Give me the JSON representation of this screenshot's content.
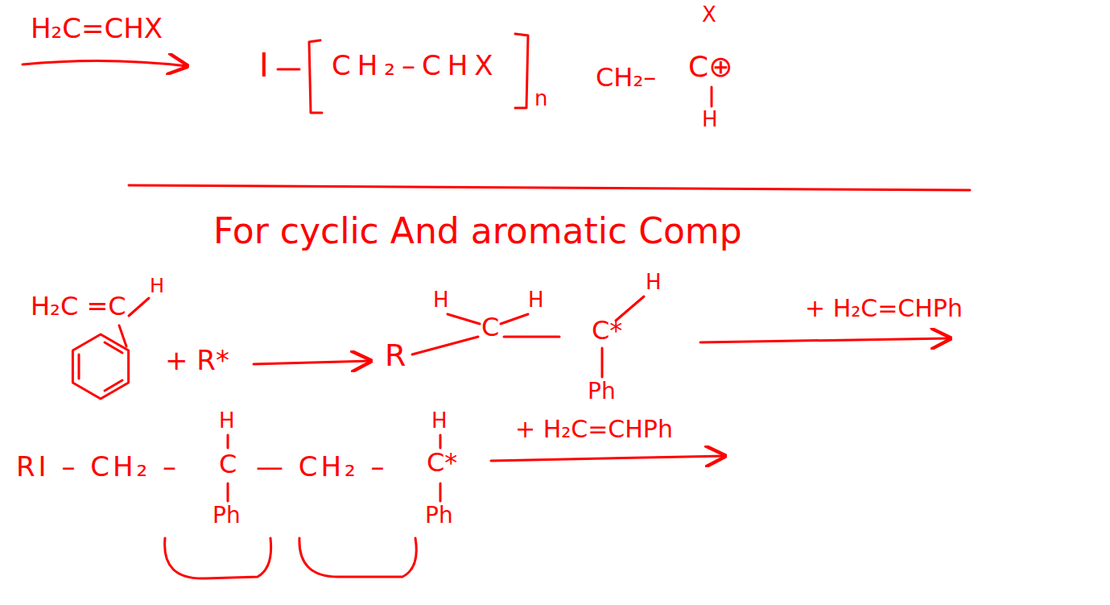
{
  "diagram": {
    "labels": [
      "H₂C=CHX",
      "I",
      "CH₂–CHX",
      "n",
      "CH₂–",
      "C⊕",
      "X",
      "H",
      "For cyclic And aromatic Comp",
      "H₂C =C",
      "H",
      "+ R*",
      "R",
      "H",
      "C",
      "H",
      "C*",
      "H",
      "Ph",
      "+ H₂C=CHPh",
      "RI – CH₂ –",
      "H",
      "C",
      "Ph",
      "— CH₂ –",
      "C*",
      "H",
      "Ph",
      "+ H₂C=CHPh"
    ]
  }
}
